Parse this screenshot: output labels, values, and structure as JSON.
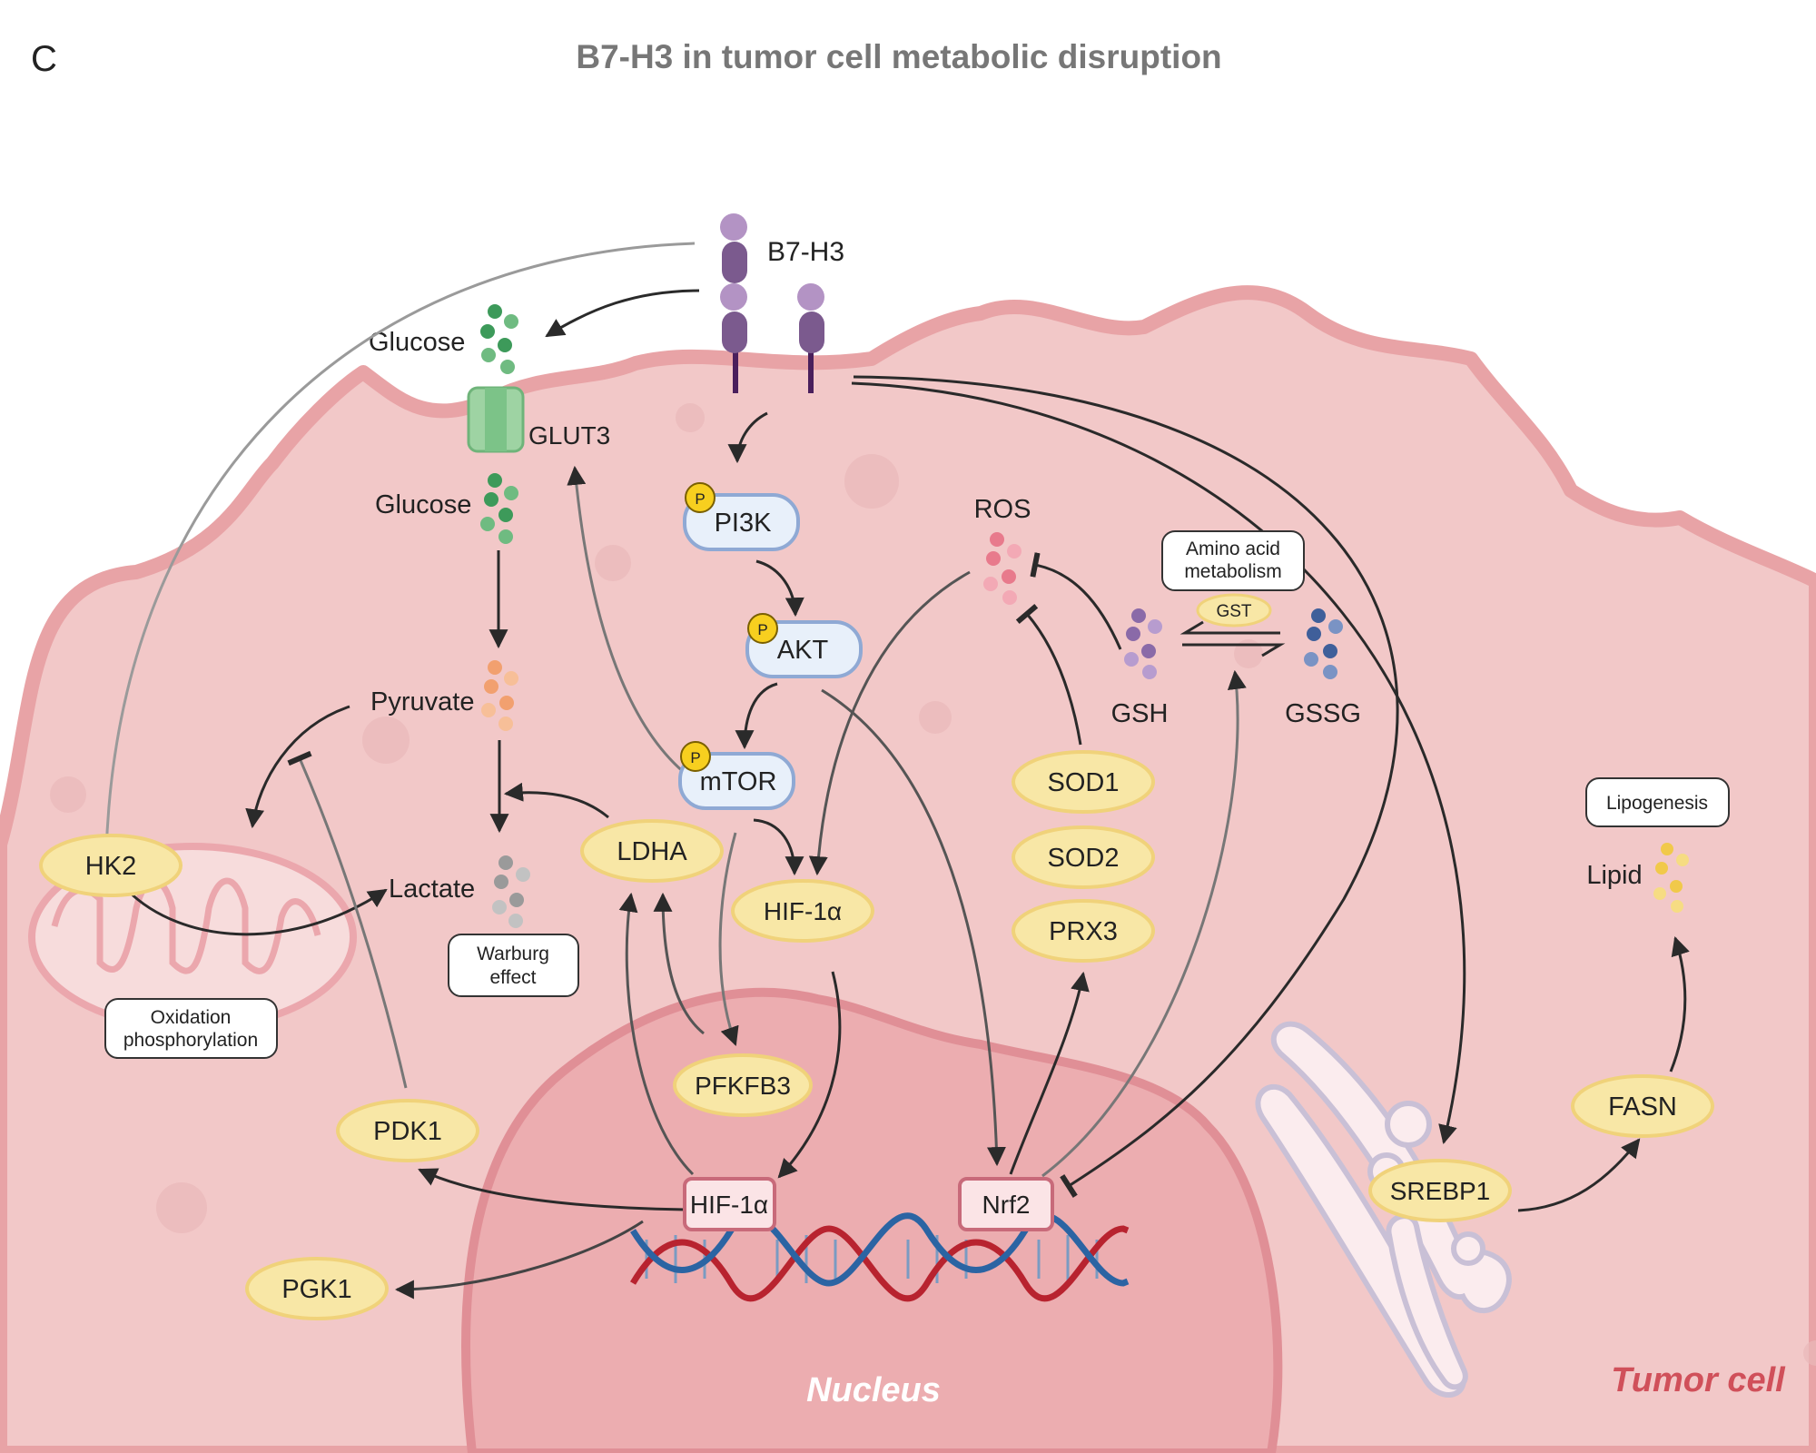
{
  "panel_letter": "C",
  "title": "B7-H3 in tumor cell metabolic disruption",
  "cell_label": "Tumor cell",
  "nucleus_label": "Nucleus",
  "receptor": "B7-H3",
  "transporter": "GLUT3",
  "metabolites": {
    "glucose_out": "Glucose",
    "glucose_in": "Glucose",
    "pyruvate": "Pyruvate",
    "lactate": "Lactate",
    "ros": "ROS",
    "gsh": "GSH",
    "gssg": "GSSG",
    "lipid": "Lipid"
  },
  "kinases": {
    "pi3k": "PI3K",
    "akt": "AKT",
    "mtor": "mTOR",
    "phospho": "P"
  },
  "enzymes": {
    "hk2": "HK2",
    "ldha": "LDHA",
    "hif1a_cyto": "HIF-1α",
    "pfkfb3": "PFKFB3",
    "pdk1": "PDK1",
    "pgk1": "PGK1",
    "sod1": "SOD1",
    "sod2": "SOD2",
    "prx3": "PRX3",
    "srebp1": "SREBP1",
    "fasn": "FASN",
    "gst": "GST"
  },
  "nuclear_factors": {
    "hif1a": "HIF-1α",
    "nrf2": "Nrf2"
  },
  "process_boxes": {
    "warburg_1": "Warburg",
    "warburg_2": "effect",
    "oxphos_1": "Oxidation",
    "oxphos_2": "phosphorylation",
    "amino_1": "Amino acid",
    "amino_2": "metabolism",
    "lipogenesis": "Lipogenesis"
  },
  "colors": {
    "cytoplasm": "#f2c8c8",
    "membrane": "#e8a3a6",
    "nucleus": "#ecadb0",
    "nucleus_edge": "#e08f96",
    "enzyme_fill": "#f8e7a6",
    "enzyme_edge": "#f0d27a",
    "kinase_fill": "#e8f0fa",
    "kinase_edge": "#8fa9d4",
    "phospho": "#f7cf1f",
    "receptor": "#7b5a8e",
    "glucose": "#3d9a5a",
    "pyruvate": "#f2a06f",
    "lactate": "#a8a8a8",
    "ros": "#e87a8c",
    "gsh": "#8a6aa8",
    "gssg": "#3f5f9a",
    "lipid": "#f1c94a",
    "cell_label": "#d0505a",
    "title": "#777777"
  }
}
